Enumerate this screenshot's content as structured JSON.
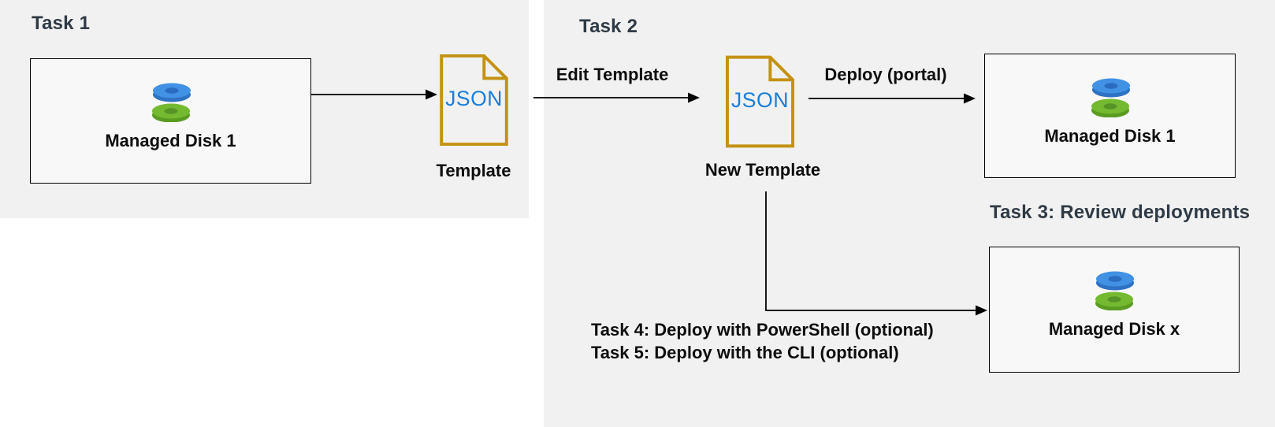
{
  "headings": {
    "task1": "Task 1",
    "task2": "Task 2",
    "task3": "Task 3: Review deployments"
  },
  "boxes": {
    "source_disk": {
      "label": "Managed Disk 1"
    },
    "deployed_disk": {
      "label": "Managed Disk 1"
    },
    "disk_x": {
      "label": "Managed Disk x"
    }
  },
  "files": {
    "template": {
      "badge": "JSON",
      "label": "Template"
    },
    "new_template": {
      "badge": "JSON",
      "label": "New Template"
    }
  },
  "arrows": {
    "edit": {
      "label": "Edit Template"
    },
    "deploy_portal": {
      "label": "Deploy (portal)"
    }
  },
  "notes": {
    "task4": "Task 4: Deploy with PowerShell (optional)",
    "task5": "Task 5: Deploy with the CLI (optional)"
  },
  "colors": {
    "panel_bg": "#f1f1f1",
    "box_bg": "#f8f8f8",
    "box_border": "#000000",
    "heading": "#2f3a45",
    "label": "#0d0d0d",
    "arrow": "#000000",
    "json_doc_stroke": "#c49212",
    "json_text": "#1b7ed8",
    "disk_blue_top": "#4191e4",
    "disk_blue_side": "#2e72c4",
    "disk_blue_hole": "#2a6cc0",
    "disk_green_top": "#74ba31",
    "disk_green_side": "#5a9c22",
    "disk_green_hole": "#569427"
  }
}
